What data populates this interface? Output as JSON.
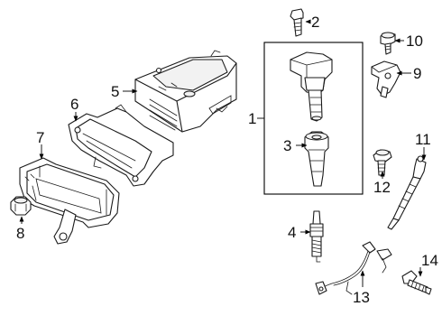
{
  "callouts": [
    {
      "id": "1",
      "label": "1"
    },
    {
      "id": "2",
      "label": "2"
    },
    {
      "id": "3",
      "label": "3"
    },
    {
      "id": "4",
      "label": "4"
    },
    {
      "id": "5",
      "label": "5"
    },
    {
      "id": "6",
      "label": "6"
    },
    {
      "id": "7",
      "label": "7"
    },
    {
      "id": "8",
      "label": "8"
    },
    {
      "id": "9",
      "label": "9"
    },
    {
      "id": "10",
      "label": "10"
    },
    {
      "id": "11",
      "label": "11"
    },
    {
      "id": "12",
      "label": "12"
    },
    {
      "id": "13",
      "label": "13"
    },
    {
      "id": "14",
      "label": "14"
    }
  ],
  "colors": {
    "line": "#1a1a1a",
    "background": "#ffffff"
  }
}
